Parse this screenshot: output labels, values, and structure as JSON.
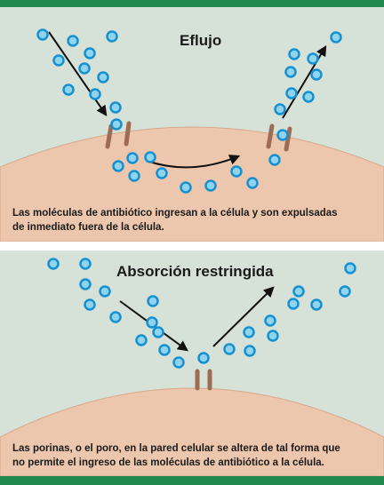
{
  "colors": {
    "band": "#1f8a4c",
    "panel_bg": "#d6e2d8",
    "cell": "#ecc6ad",
    "cell_edge": "#d8a88a",
    "molecule_fill": "#8fd3ee",
    "molecule_stroke": "#1790cf",
    "porin": "#9c6c54",
    "arrow": "#111111"
  },
  "efflux": {
    "title": "Eflujo",
    "caption_line1": "Las moléculas de antibiótico ingresan a la célula y son expulsadas",
    "caption_line2": "de inmediato fuera de la célula."
  },
  "restricted": {
    "title": "Absorción restringida",
    "caption_line1": "Las porinas, o el poro, en la pared celular se altera de tal forma que",
    "caption_line2": "no permite el ingreso de las moléculas de antibiótico a la célula."
  }
}
